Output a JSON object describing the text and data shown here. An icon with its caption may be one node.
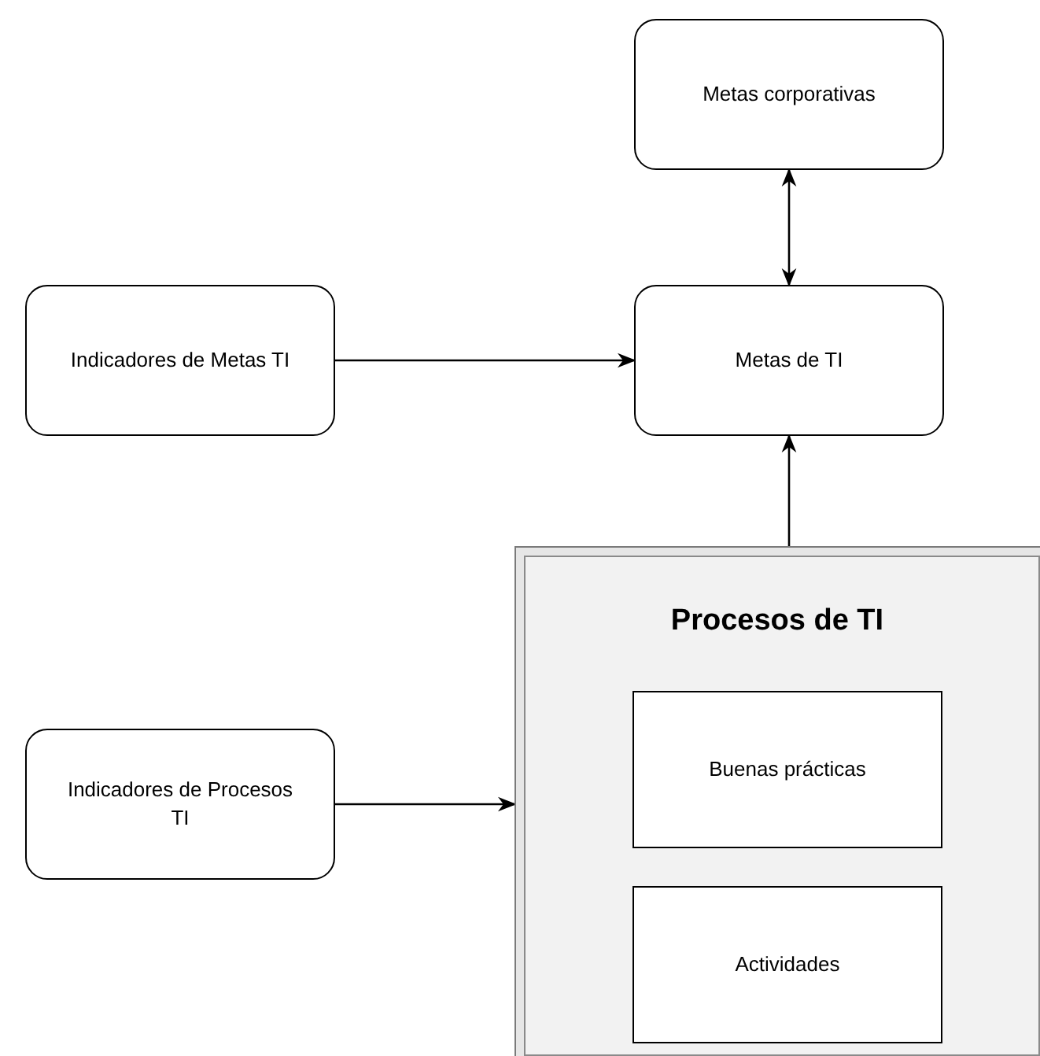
{
  "diagram": {
    "nodes": [
      {
        "text": [
          "Metas corporativas"
        ]
      },
      {
        "text": [
          "Indicadores de Metas TI"
        ]
      },
      {
        "text": [
          "Metas de TI"
        ]
      },
      {
        "text": [
          "Procesos de TI"
        ]
      },
      {
        "text": [
          "Buenas prácticas"
        ],
        "in": 3
      },
      {
        "text": [
          "Actividades"
        ],
        "in": 3
      },
      {
        "text": [
          "Indicadores de Procesos TI"
        ]
      }
    ],
    "edges": [
      {
        "from": 0,
        "to": 2,
        "arrow": "both"
      },
      {
        "from": 1,
        "to": 2,
        "arrow": "to"
      },
      {
        "from": 3,
        "to": 2,
        "arrow": "to"
      },
      {
        "from": 6,
        "to": 3,
        "arrow": "to"
      }
    ]
  }
}
